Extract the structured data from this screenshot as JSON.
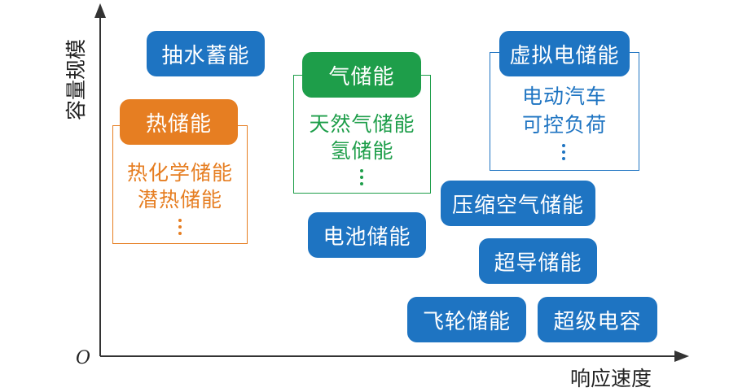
{
  "axes": {
    "x_label": "响应速度",
    "y_label": "容量规模",
    "origin": "O"
  },
  "colors": {
    "blue": "#1E74C2",
    "orange": "#E67E22",
    "green": "#1E9E4A",
    "axis": "#333333"
  },
  "items": {
    "pumped_hydro": "抽水蓄能",
    "battery": "电池储能",
    "compressed_air": "压缩空气储能",
    "superconducting": "超导储能",
    "flywheel": "飞轮储能",
    "supercapacitor": "超级电容"
  },
  "thermal": {
    "label": "热储能",
    "subitems": [
      "热化学储能",
      "潜热储能"
    ]
  },
  "gas": {
    "label": "气储能",
    "subitems": [
      "天然气储能",
      "氢储能"
    ]
  },
  "virtual": {
    "label": "虚拟电储能",
    "subitems": [
      "电动汽车",
      "可控负荷"
    ]
  }
}
